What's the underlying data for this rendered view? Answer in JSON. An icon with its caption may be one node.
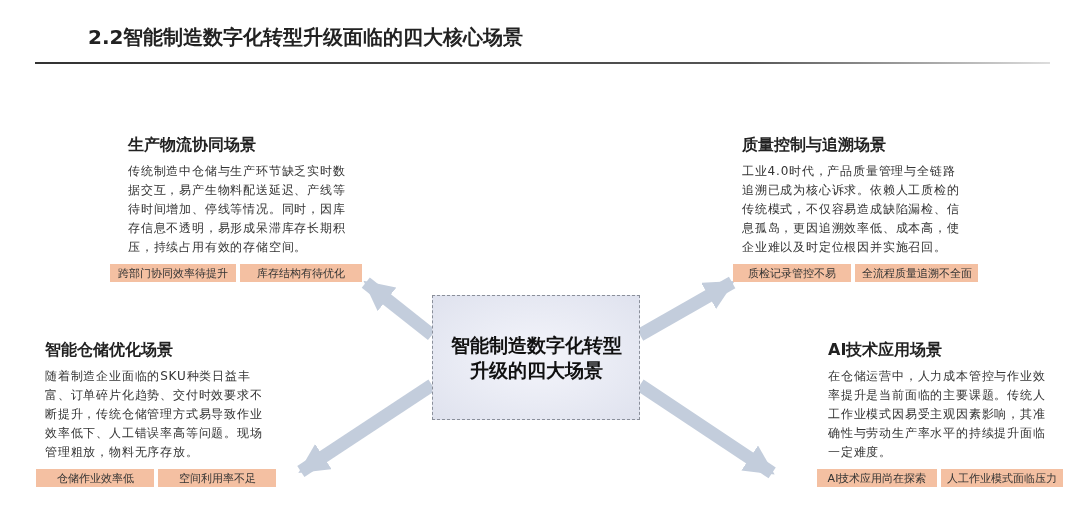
{
  "diagram": {
    "title": "2.2智能制造数字化转型升级面临的四大核心场景",
    "nodes": [
      {
        "text": [
          "生产物流协同场景",
          "传统制造中仓储与生产环节缺乏实时数据交互，易产生物料配送延迟、产线等待时间增加、停线等情况。同时，因库存信息不透明，易形成呆滞库存长期积压，持续占用有效的存储空间。"
        ]
      },
      {
        "text": [
          "跨部门协同效率待提升"
        ],
        "in": 0
      },
      {
        "text": [
          "库存结构有待优化"
        ],
        "in": 0
      },
      {
        "text": [
          "质量控制与追溯场景",
          "工业4.0时代，产品质量管理与全链路追溯已成为核心诉求。依赖人工质检的传统模式，不仅容易造成缺陷漏检、信息孤岛，更因追溯效率低、成本高，使企业难以及时定位根因并实施召回。"
        ]
      },
      {
        "text": [
          "质检记录管控不易"
        ],
        "in": 3
      },
      {
        "text": [
          "全流程质量追溯不全面"
        ],
        "in": 3
      },
      {
        "text": [
          "智能制造数字化转型升级的四大场景"
        ]
      },
      {
        "text": [
          "智能仓储优化场景",
          "随着制造企业面临的SKU种类日益丰富、订单碎片化趋势、交付时效要求不断提升，传统仓储管理方式易导致作业效率低下、人工错误率高等问题。现场管理粗放，物料无序存放。"
        ]
      },
      {
        "text": [
          "仓储作业效率低"
        ],
        "in": 7
      },
      {
        "text": [
          "空间利用率不足"
        ],
        "in": 7
      },
      {
        "text": [
          "AI技术应用场景",
          "在仓储运营中，人力成本管控与作业效率提升是当前面临的主要课题。传统人工作业模式因易受主观因素影响，其准确性与劳动生产率水平的持续提升面临一定难度。"
        ]
      },
      {
        "text": [
          "AI技术应用尚在探索"
        ],
        "in": 10
      },
      {
        "text": [
          "人工作业模式面临压力"
        ],
        "in": 10
      }
    ],
    "edges": [
      {
        "from": 6,
        "to": 0,
        "arrow": "to"
      },
      {
        "from": 6,
        "to": 3,
        "arrow": "to"
      },
      {
        "from": 6,
        "to": 7,
        "arrow": "to"
      },
      {
        "from": 6,
        "to": 10,
        "arrow": "to"
      }
    ]
  }
}
